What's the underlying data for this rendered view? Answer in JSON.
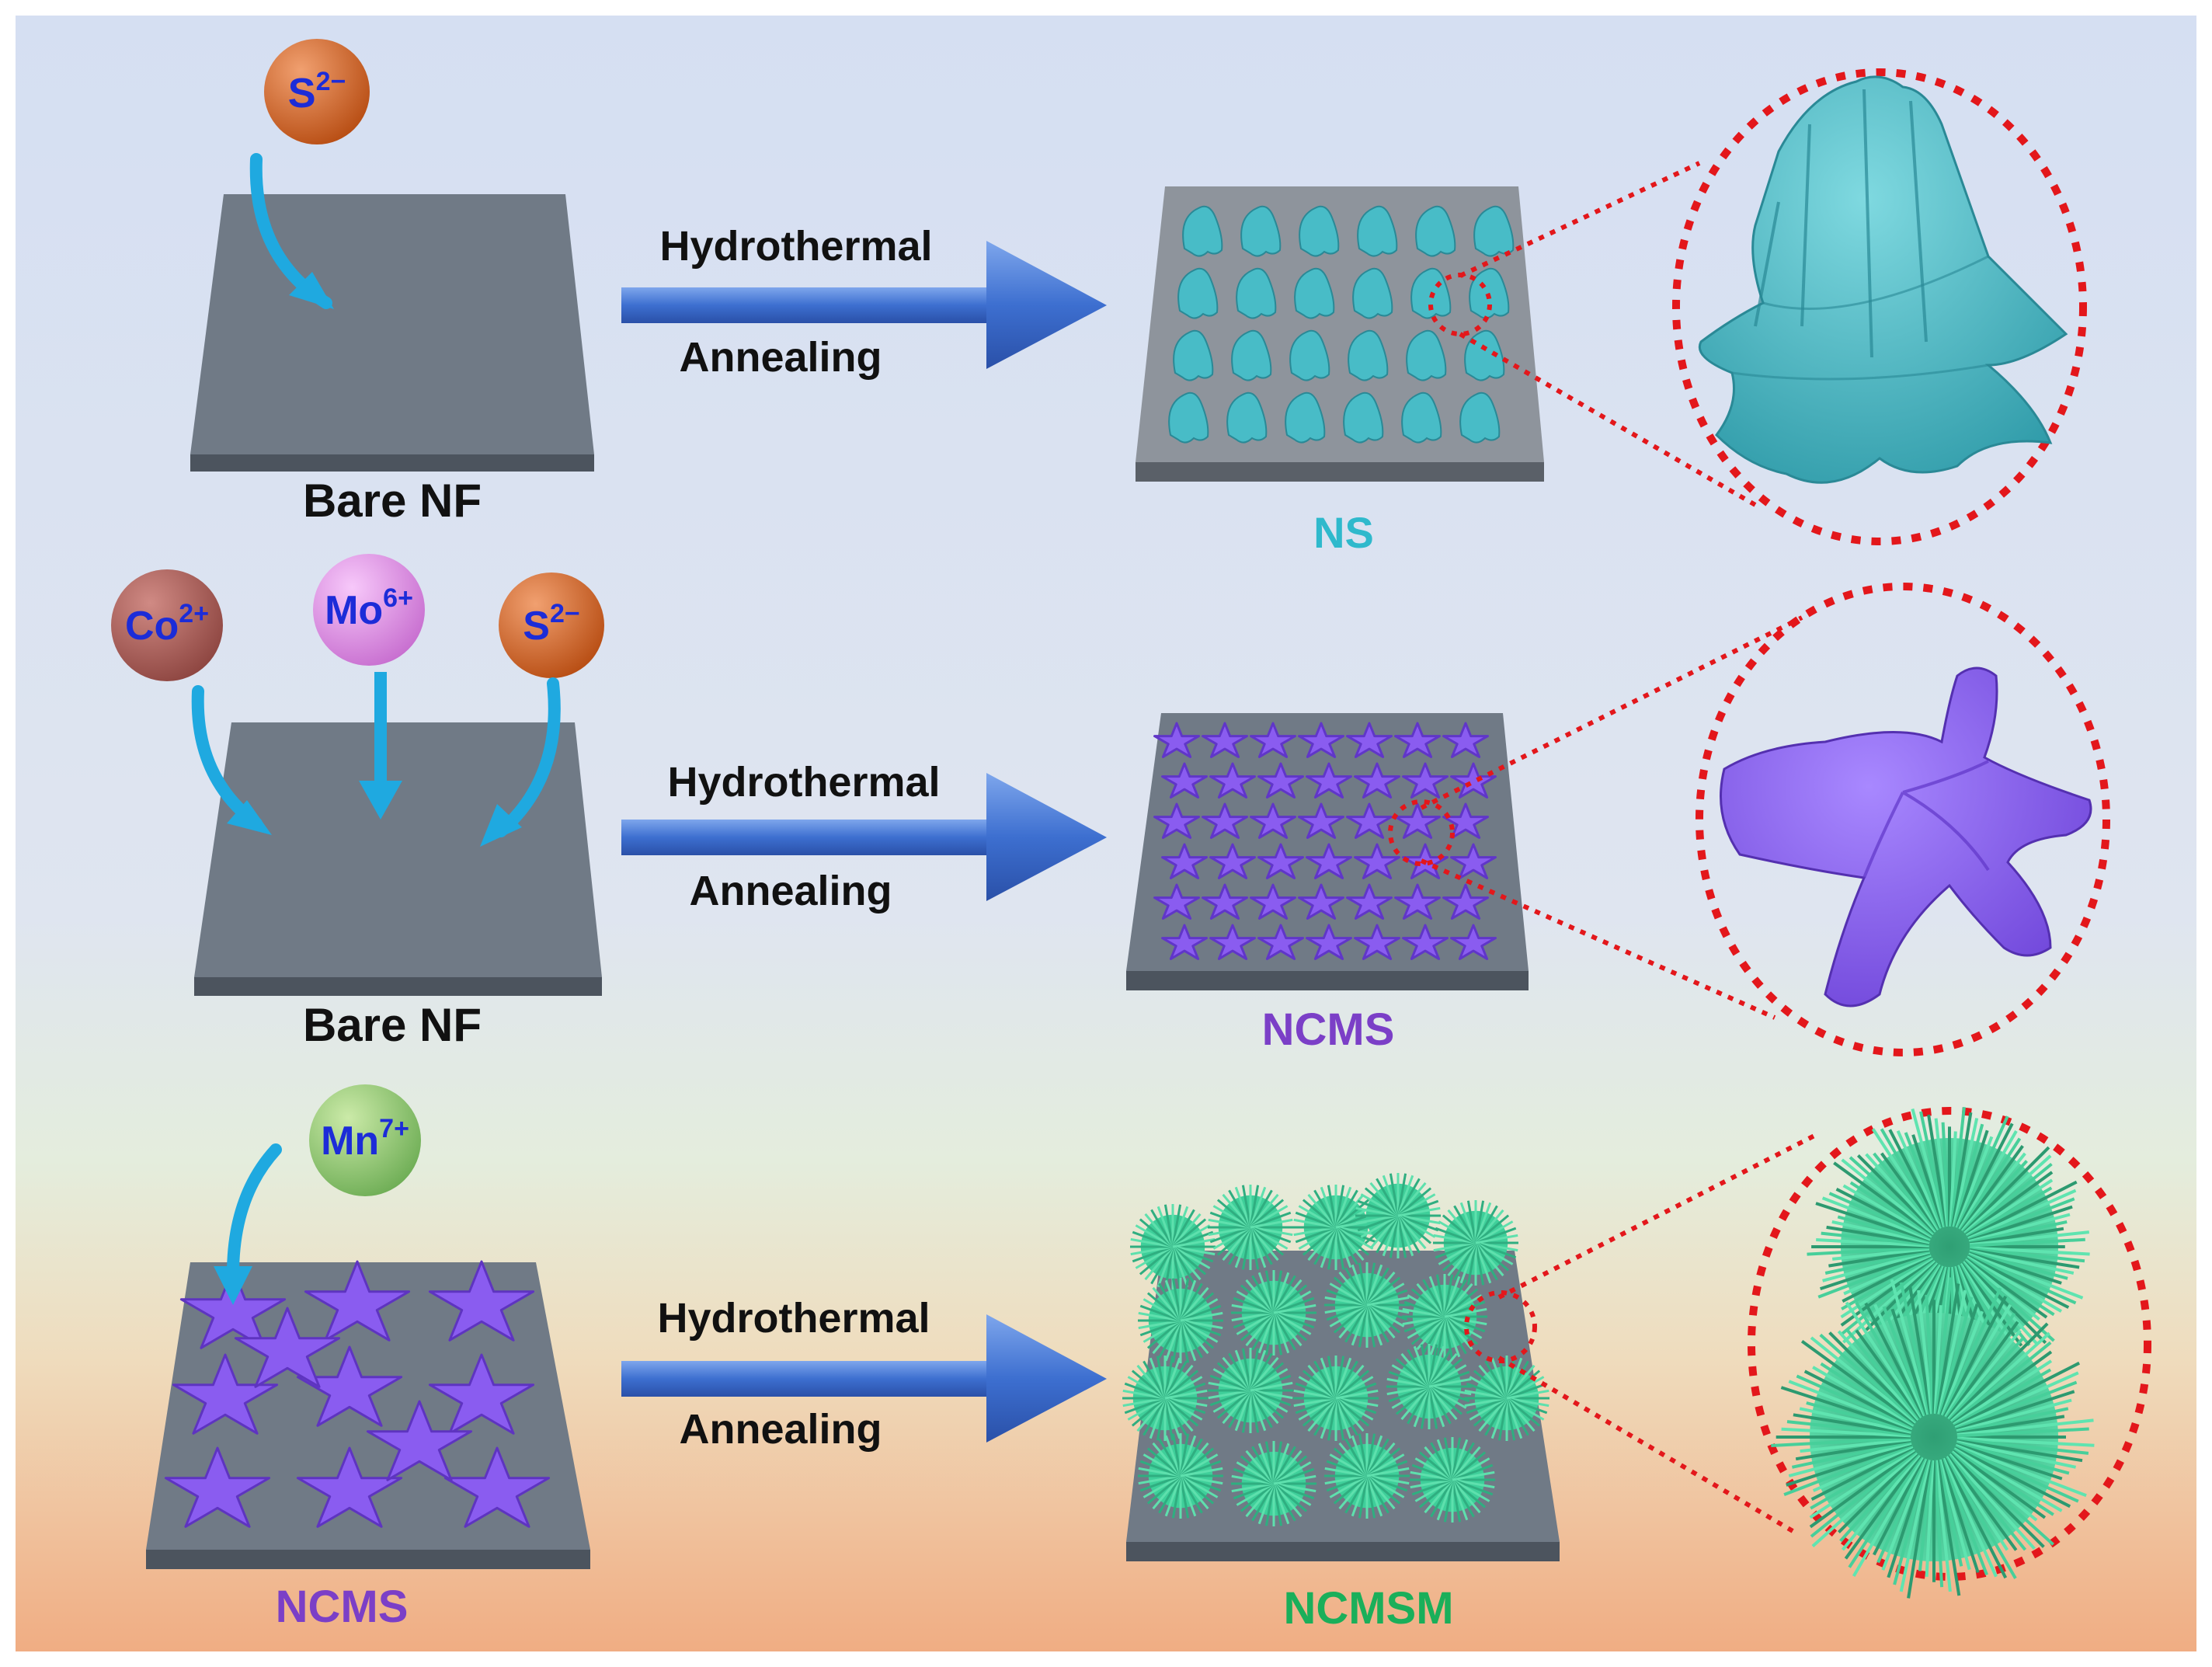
{
  "rows": [
    {
      "ions": [
        {
          "base": "S",
          "sup": "2−",
          "color": "#c85e1e"
        }
      ],
      "start_label": "Bare NF",
      "step1": "Hydrothermal",
      "step2": "Annealing",
      "product_label": "NS",
      "product_color": "#2fb9cc",
      "morphology": "nanosheet-flower"
    },
    {
      "ions": [
        {
          "base": "Co",
          "sup": "2+",
          "color": "#a35a55"
        },
        {
          "base": "Mo",
          "sup": "6+",
          "color": "#d98ae0"
        },
        {
          "base": "S",
          "sup": "2−",
          "color": "#c85e1e"
        }
      ],
      "start_label": "Bare NF",
      "step1": "Hydrothermal",
      "step2": "Annealing",
      "product_label": "NCMS",
      "product_color": "#7b3fc7",
      "morphology": "starfish"
    },
    {
      "ions": [
        {
          "base": "Mn",
          "sup": "7+",
          "color": "#88c070"
        }
      ],
      "start_label": "NCMS",
      "step1": "Hydrothermal",
      "step2": "Annealing",
      "product_label": "NCMSM",
      "product_color": "#1aaf5a",
      "morphology": "urchin"
    }
  ],
  "colors": {
    "substrate_top": "#707a86",
    "substrate_side": "#4c545e",
    "ion_text": "#1c2cd8",
    "label_text": "#111111",
    "arrow": "#3d6fd0",
    "ion_arrow": "#1fa9e0",
    "zoom_circle": "#e3171b",
    "ns_shape": "#48bcc7",
    "ncms_shape": "#8a5cf0",
    "ncmsm_shape": "#3fcf9a"
  }
}
